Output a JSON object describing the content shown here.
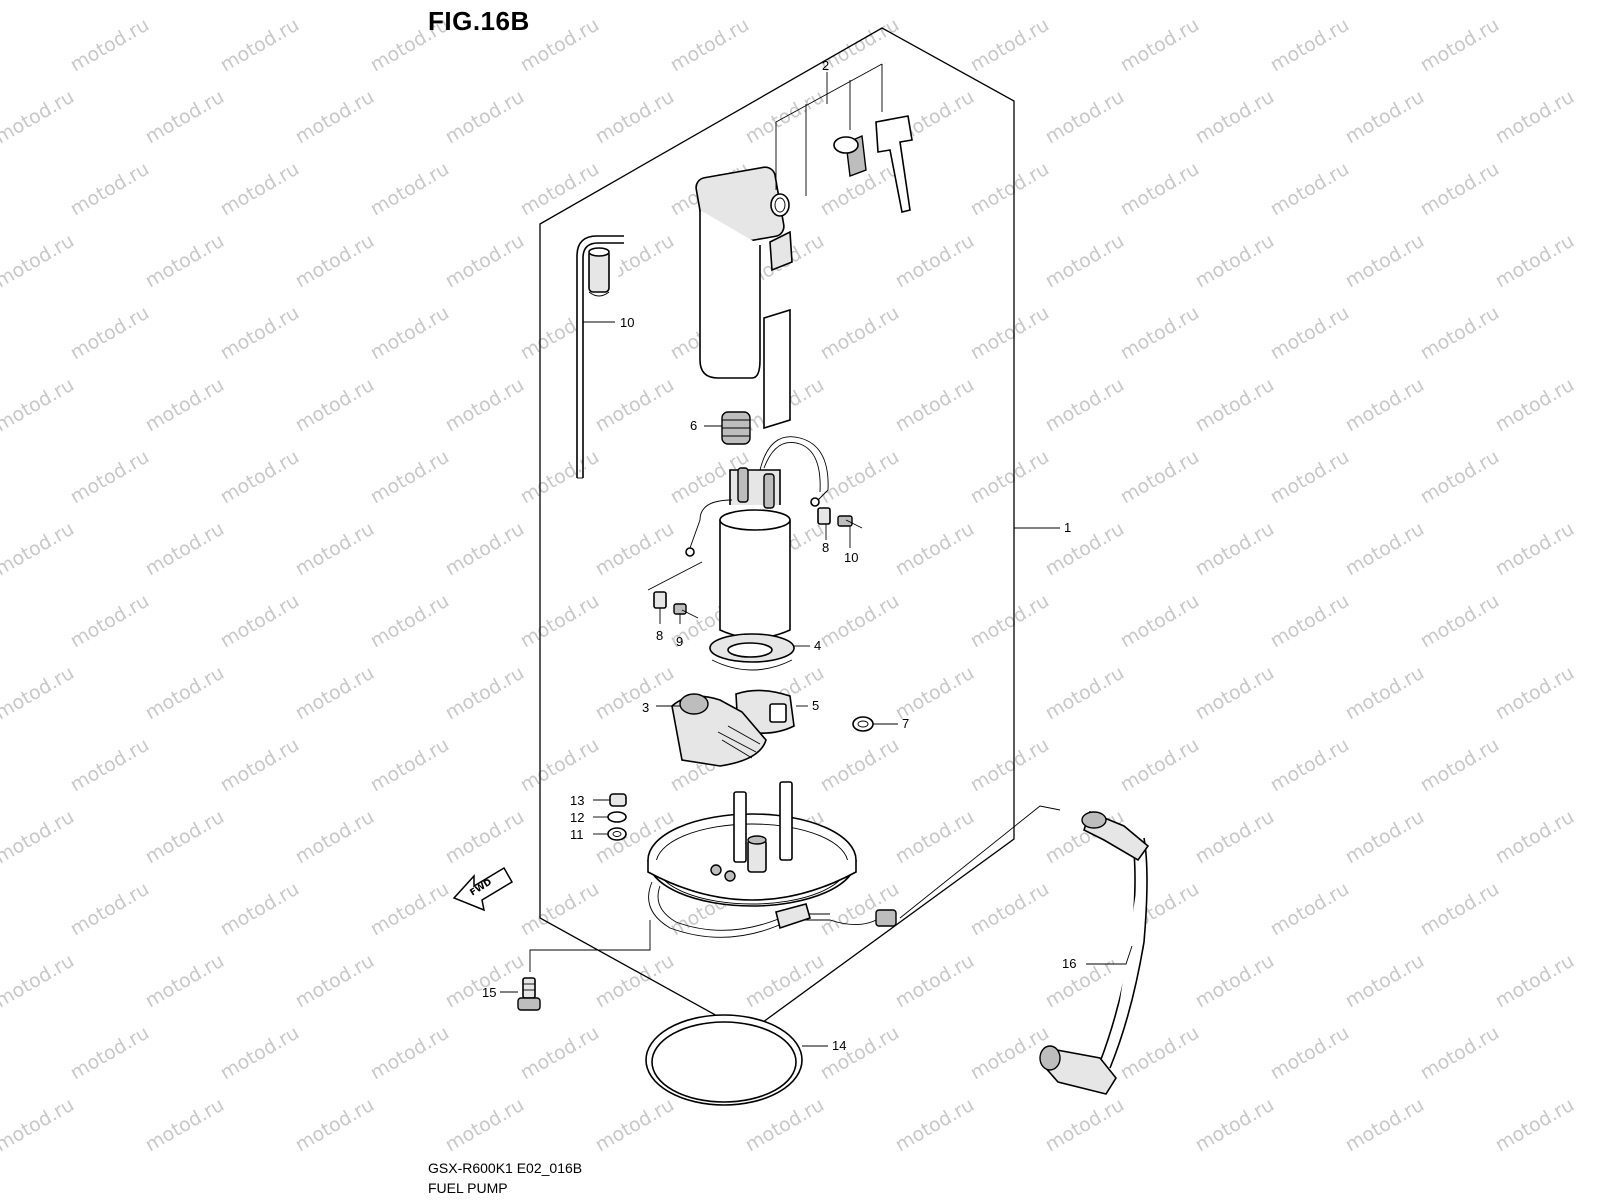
{
  "figure": {
    "title": "FIG.16B",
    "model_code": "GSX-R600K1 E02_016B",
    "part_name": "FUEL PUMP"
  },
  "watermark": "motod.ru",
  "callouts": {
    "c1": "1",
    "c2": "2",
    "c3": "3",
    "c4": "4",
    "c5": "5",
    "c6": "6",
    "c7": "7",
    "c8a": "8",
    "c8b": "8",
    "c9": "9",
    "c10a": "10",
    "c10b": "10",
    "c11": "11",
    "c12": "12",
    "c13": "13",
    "c14": "14",
    "c15": "15",
    "c16": "16"
  },
  "fwd_arrow_label": "FWD"
}
